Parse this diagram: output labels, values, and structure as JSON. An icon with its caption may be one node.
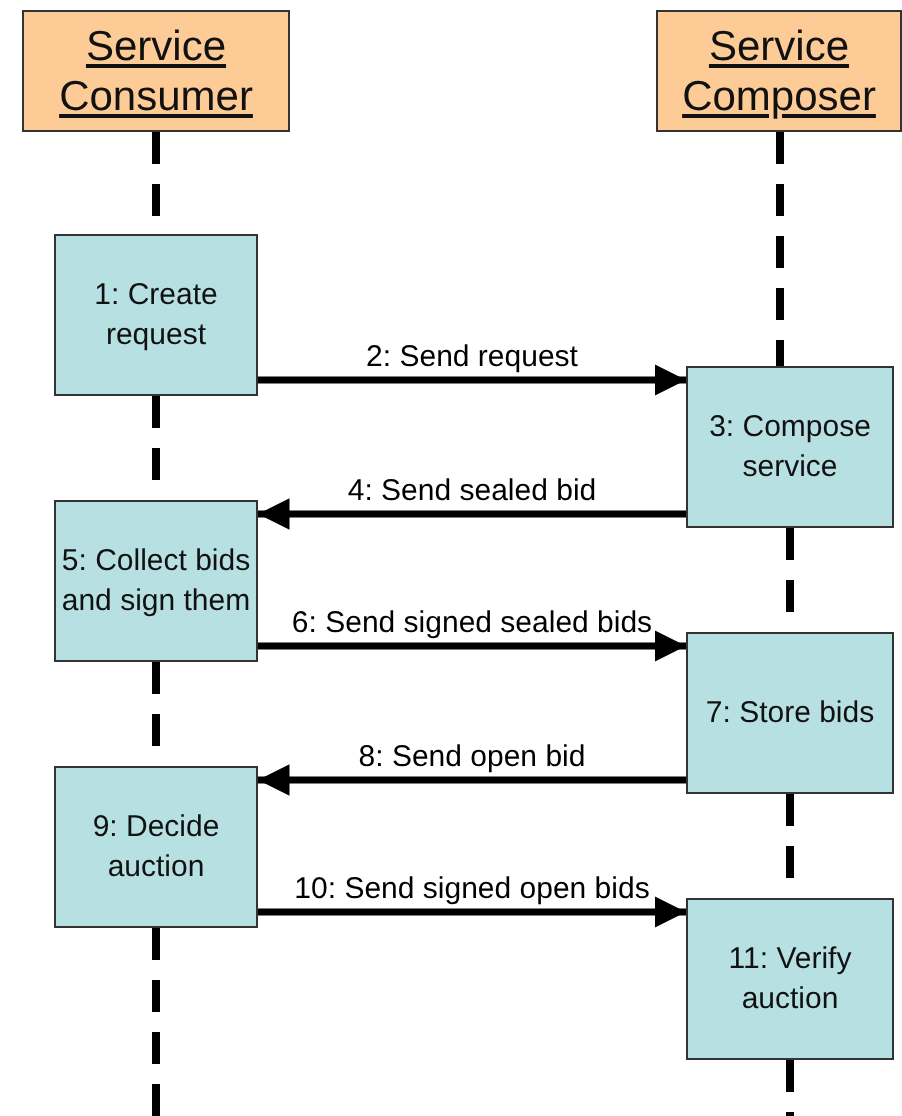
{
  "diagram": {
    "nodes": [
      {
        "text": [
          "Service Consumer"
        ]
      },
      {
        "text": [
          "Service Composer"
        ]
      },
      {
        "text": [
          "1: Create request"
        ]
      },
      {
        "text": [
          "3: Compose service"
        ]
      },
      {
        "text": [
          "5: Collect bids and sign them"
        ]
      },
      {
        "text": [
          "7: Store bids"
        ]
      },
      {
        "text": [
          "9: Decide auction"
        ]
      },
      {
        "text": [
          "11: Verify auction"
        ]
      }
    ],
    "edges": [
      {
        "from": 2,
        "to": 3,
        "label": "2: Send request",
        "arrow": "to"
      },
      {
        "from": 3,
        "to": 4,
        "label": "4: Send sealed bid",
        "arrow": "to"
      },
      {
        "from": 4,
        "to": 5,
        "label": "6: Send signed sealed bids",
        "arrow": "to"
      },
      {
        "from": 5,
        "to": 6,
        "label": "8: Send open bid",
        "arrow": "to"
      },
      {
        "from": 6,
        "to": 7,
        "label": "10: Send signed open bids",
        "arrow": "to"
      },
      {
        "from": 0,
        "to": 2,
        "arrow": "none",
        "style": "dashed"
      },
      {
        "from": 2,
        "to": 4,
        "arrow": "none",
        "style": "dashed"
      },
      {
        "from": 4,
        "to": 6,
        "arrow": "none",
        "style": "dashed"
      },
      {
        "from": 6,
        "to": null,
        "arrow": "none",
        "style": "dashed"
      },
      {
        "from": 1,
        "to": 3,
        "arrow": "none",
        "style": "dashed"
      },
      {
        "from": 3,
        "to": 5,
        "arrow": "none",
        "style": "dashed"
      },
      {
        "from": 5,
        "to": 7,
        "arrow": "none",
        "style": "dashed"
      },
      {
        "from": 7,
        "to": null,
        "arrow": "none",
        "style": "dashed"
      }
    ]
  }
}
